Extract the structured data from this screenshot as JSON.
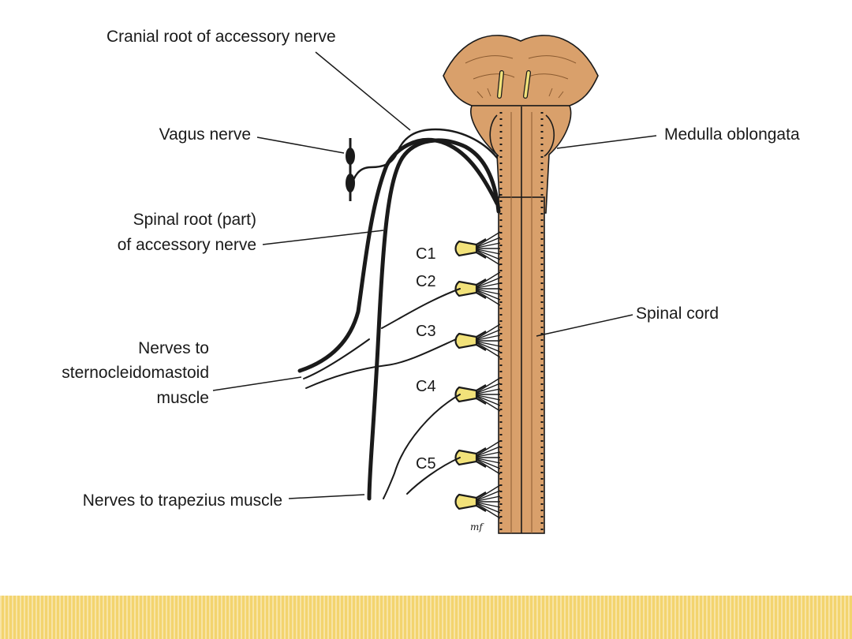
{
  "labels": {
    "cranial_root": "Cranial root of accessory nerve",
    "vagus": "Vagus nerve",
    "spinal_root_line1": "Spinal root (part)",
    "spinal_root_line2": "of accessory nerve",
    "scm_line1": "Nerves to",
    "scm_line2": "sternocleidomastoid",
    "scm_line3": "muscle",
    "trapezius": "Nerves to trapezius muscle",
    "medulla": "Medulla oblongata",
    "spinal_cord": "Spinal cord"
  },
  "segments": [
    "C1",
    "C2",
    "C3",
    "C4",
    "C5"
  ],
  "signature": "mf",
  "colors": {
    "tissue": "#d9a06b",
    "tissue_dark": "#b07a45",
    "ganglion": "#f2e27a",
    "ink": "#1a1a1a",
    "band": "#f3d46e"
  }
}
